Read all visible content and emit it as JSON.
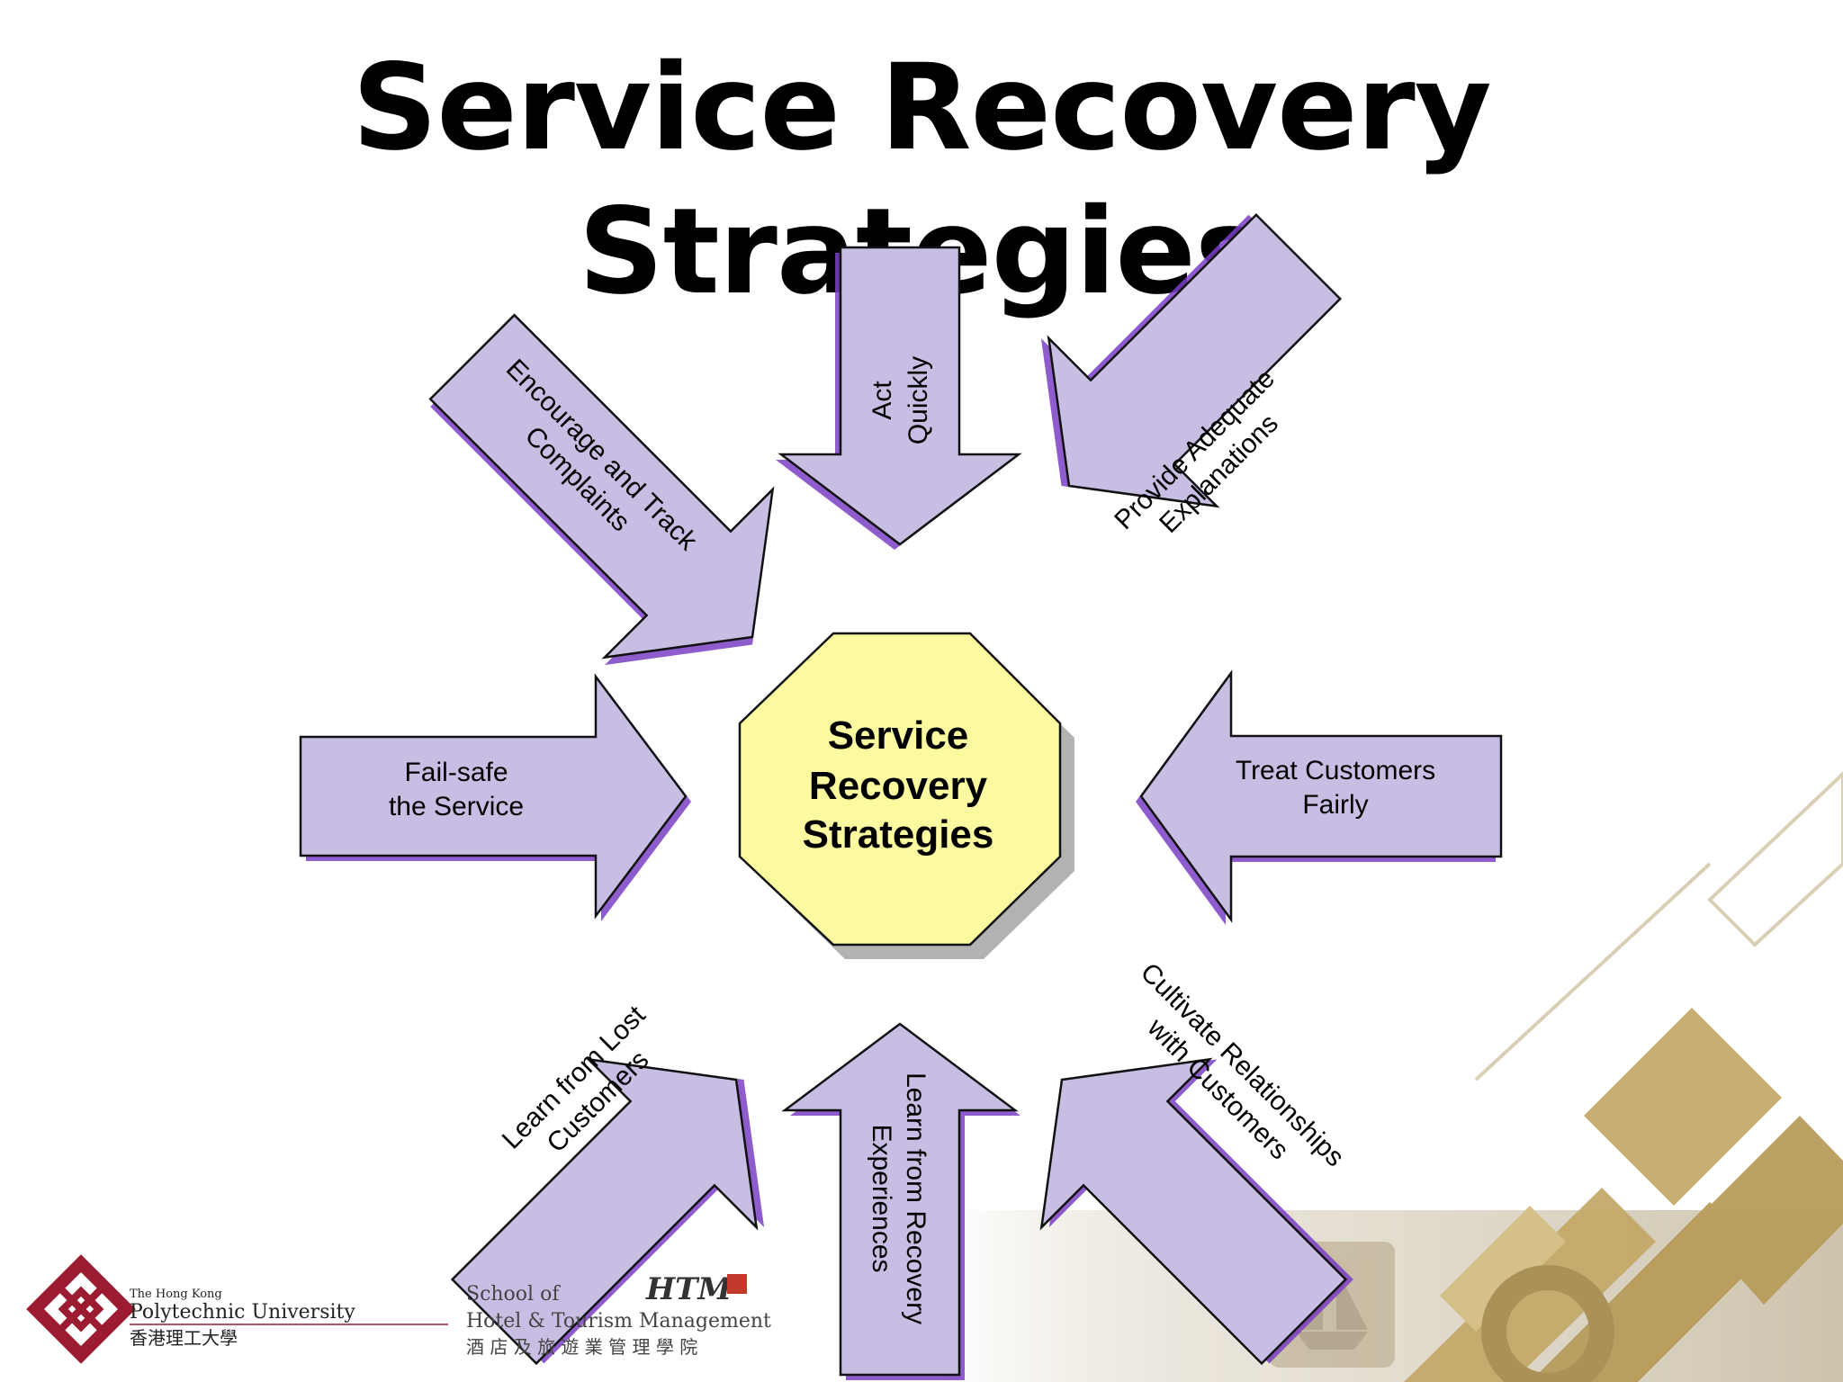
{
  "title": "Service Recovery Strategies",
  "center": {
    "lines": [
      "Service",
      "Recovery",
      "Strategies"
    ]
  },
  "arrows": {
    "act_quickly": [
      "Act",
      "Quickly"
    ],
    "provide_explanations": [
      "Provide Adequate",
      "Explanations"
    ],
    "treat_fairly": [
      "Treat Customers",
      "Fairly"
    ],
    "cultivate_relationships": [
      "Cultivate Relationships",
      "with Customers"
    ],
    "learn_experiences": [
      "Learn from Recovery",
      "Experiences"
    ],
    "learn_lost": [
      "Learn from Lost",
      "Customers"
    ],
    "fail_safe": [
      "Fail-safe",
      "the Service"
    ],
    "encourage_complaints": [
      "Encourage and Track",
      "Complaints"
    ]
  },
  "footer": {
    "university": {
      "line1": "The Hong Kong",
      "line2": "Polytechnic University",
      "line3": "香港理工大學"
    },
    "school": {
      "line1": "School of",
      "line2": "Hotel & Tourism Management",
      "line3": "酒 店 及 旅 遊 業 管 理 學 院",
      "badge": "HTM"
    }
  },
  "colors": {
    "arrow_fill": "#c8bde3",
    "arrow_shadow": "#7a3fc4",
    "center_fill": "#fbfaa0",
    "logo_red": "#9b1b30",
    "gold": "#c4a96a"
  }
}
